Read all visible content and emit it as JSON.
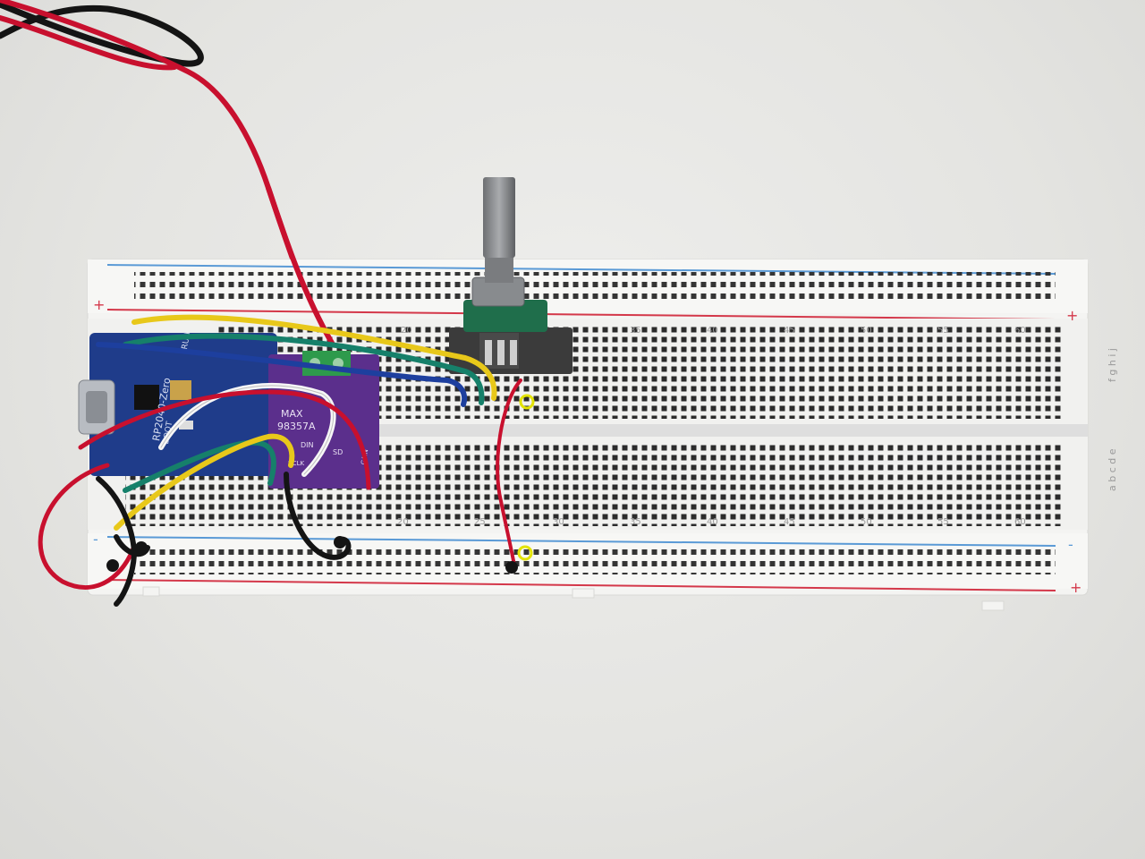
{
  "breadboard": {
    "rail_plus": "+",
    "rail_minus": "-",
    "column_numbers": [
      "20",
      "25",
      "30",
      "35",
      "40",
      "45",
      "50",
      "55",
      "60"
    ],
    "row_letters_top": "f g h i j",
    "row_letters_bottom": "a b c d e"
  },
  "microcontroller": {
    "label": "RP2040-Zero",
    "pin_label_boot": "BOOT",
    "pin_label_run": "RUN"
  },
  "amplifier": {
    "label_line1": "MAX",
    "label_line2": "98357A",
    "pin_din": "DIN",
    "pin_sd": "SD",
    "pin_gain": "GAIN",
    "pin_bclk": "BCLK"
  },
  "colors": {
    "board": "#f4f4f2",
    "hole": "#2a2a2a",
    "rail_red": "#d4384a",
    "rail_blue": "#5a9ad6",
    "pcb_blue": "#1f3c8a",
    "pcb_purple": "#5b2f8c",
    "pcb_green": "#1f6e4b",
    "wire_red": "#c8102e",
    "wire_black": "#141414",
    "wire_yellow": "#e8c81a",
    "wire_green": "#16806a",
    "wire_blue": "#1d3f9e",
    "wire_white": "#f6f6f6",
    "marker_yellow": "#e3e300"
  },
  "icons": {
    "potentiometer": "rotary-encoder-icon",
    "marker": "highlight-ring-icon"
  }
}
